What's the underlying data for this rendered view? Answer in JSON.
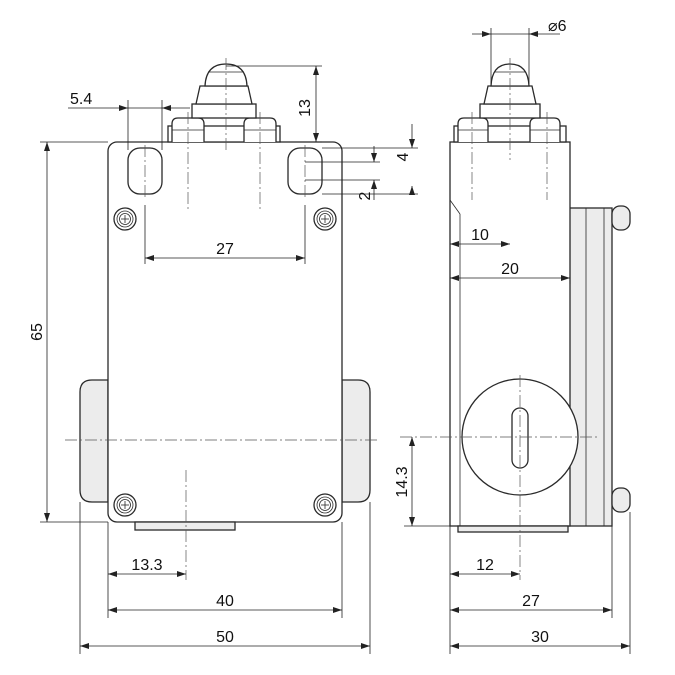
{
  "views": {
    "front": {
      "labels": {
        "pin_width": "5.4",
        "plunger_height": "13",
        "slot_length": "4",
        "slot_width": "2",
        "hole_spacing_top": "27",
        "overall_height": "65",
        "bottom_offset": "13.3",
        "body_width": "40",
        "overall_width": "50"
      }
    },
    "side": {
      "labels": {
        "plunger_diameter": "6",
        "plunger_offset": "10",
        "body_depth": "20",
        "cap_center_height": "14.3",
        "bottom_offset": "12",
        "depth_with_cap": "27",
        "overall_depth": "30"
      },
      "diameter_symbol": "⌀"
    }
  }
}
